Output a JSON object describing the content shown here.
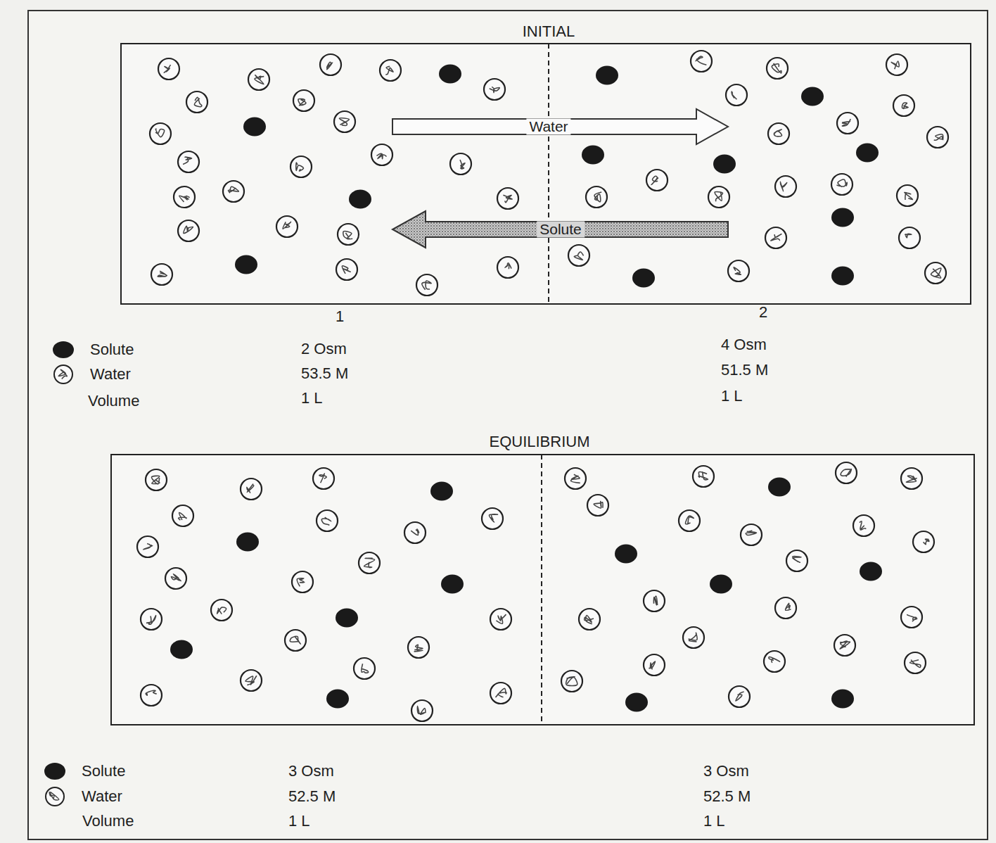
{
  "diagram": {
    "labels": [
      "INITIAL",
      "Water",
      "Solute",
      "1",
      "2",
      "Volume",
      "2 Osm",
      "53.5 M",
      "1 L",
      "4 Osm",
      "51.5 M",
      "1 L",
      "EQUILIBRIUM",
      "Volume",
      "3 Osm",
      "52.5 M",
      "1 L",
      "3 Osm",
      "52.5 M",
      "1 L"
    ],
    "legend": [
      {
        "text": "Solute"
      },
      {
        "text": "Water"
      },
      {
        "text": "Solute"
      },
      {
        "text": "Water"
      }
    ]
  }
}
